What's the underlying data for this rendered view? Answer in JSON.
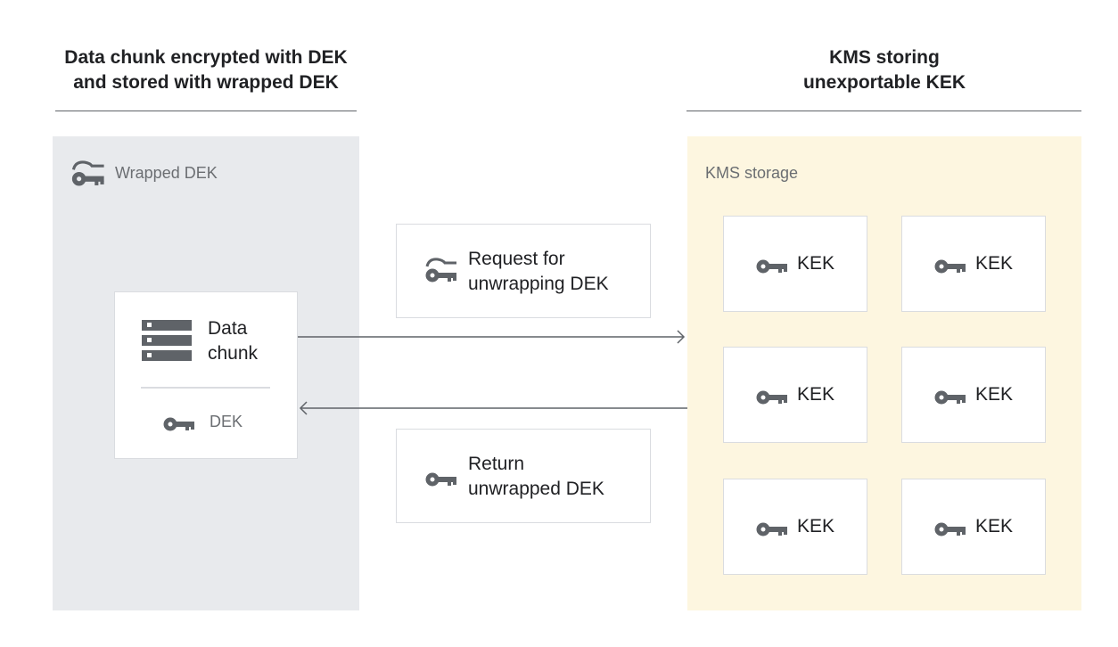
{
  "left": {
    "title_line1": "Data chunk encrypted with DEK",
    "title_line2": "and stored with wrapped DEK",
    "panel_label": "Wrapped DEK",
    "data_chunk_line1": "Data",
    "data_chunk_line2": "chunk",
    "dek_label": "DEK"
  },
  "right": {
    "title_line1": "KMS storing",
    "title_line2": "unexportable KEK",
    "panel_label": "KMS storage",
    "kek_labels": [
      "KEK",
      "KEK",
      "KEK",
      "KEK",
      "KEK",
      "KEK"
    ]
  },
  "middle": {
    "request_line1": "Request for",
    "request_line2": "unwrapping DEK",
    "return_line1": "Return",
    "return_line2": "unwrapped DEK"
  },
  "colors": {
    "icon": "#5f6368",
    "gray_panel": "#e8eaed",
    "yellow_panel": "#fdf6e0"
  }
}
